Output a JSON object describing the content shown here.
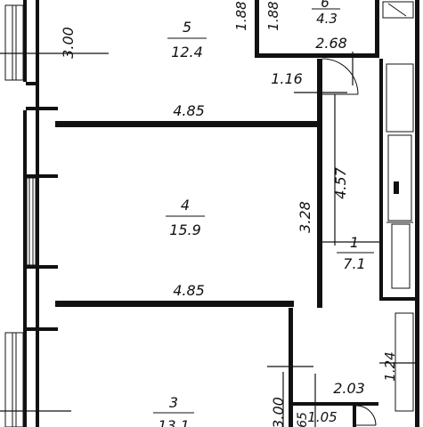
{
  "plan": {
    "rooms": [
      {
        "id": "5",
        "number": "5",
        "area": "12.4"
      },
      {
        "id": "6",
        "number": "6",
        "area": "4.3"
      },
      {
        "id": "4",
        "number": "4",
        "area": "15.9"
      },
      {
        "id": "1",
        "number": "1",
        "area": "7.1"
      },
      {
        "id": "3",
        "number": "3",
        "area": "13.1"
      }
    ],
    "dimensions": {
      "room5_height": "3.00",
      "room5_right": "1.88",
      "room6_left": "1.88",
      "room6_width": "2.68",
      "corridor_top": "1.16",
      "room4_top_width": "4.85",
      "room4_bottom_width": "4.85",
      "room4_height": "3.28",
      "hall_height": "4.57",
      "hall_bottom": "1.24",
      "lower_width": "2.03",
      "room3_height": "3.00",
      "bath_width": "1.05",
      "bath_height": "65"
    }
  }
}
